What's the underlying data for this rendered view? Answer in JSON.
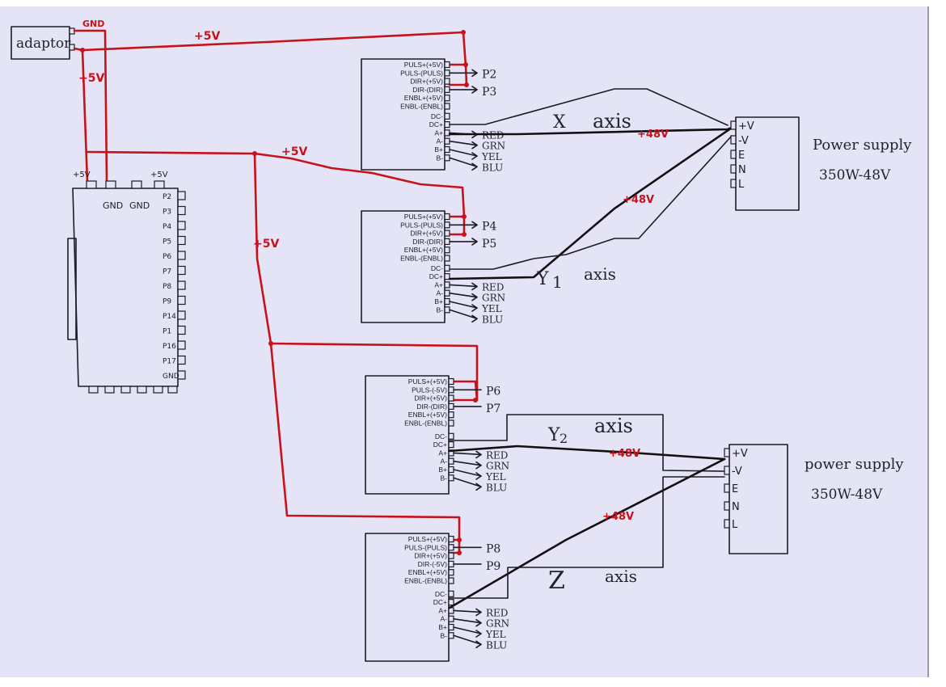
{
  "adapter": {
    "label": "adaptor",
    "gnd_label": "GND",
    "v5_label": "+5V"
  },
  "wire_labels": {
    "plus5v_top": "+5V",
    "plus5v_vertical": "+5V",
    "plus5v_mid": "+5V",
    "plus5v_branch": "+5V",
    "plus48v_x": "+48V",
    "plus48v_y1": "+48V",
    "plus48v_y2": "+48V",
    "plus48v_z": "+48V"
  },
  "controller": {
    "top_pins": [
      "+5V",
      "+5V"
    ],
    "gnd_labels": [
      "GND",
      "GND"
    ],
    "side_pins": [
      "P2",
      "P3",
      "P4",
      "P5",
      "P6",
      "P7",
      "P8",
      "P9",
      "P14",
      "P1",
      "P16",
      "P17",
      "GND"
    ]
  },
  "drivers": [
    {
      "name": "X",
      "pins": [
        "PULS+(+5V)",
        "PULS-(PULS)",
        "DIR+(+5V)",
        "DIR-(DIR)",
        "ENBL+(+5V)",
        "ENBL-(ENBL)",
        "DC-",
        "DC+",
        "A+",
        "A-",
        "B+",
        "B-"
      ],
      "outputs": [
        "P2",
        "P3"
      ],
      "wires": [
        "RED",
        "GRN",
        "YEL",
        "BLU"
      ]
    },
    {
      "name": "Y1",
      "pins": [
        "PULS+(+5V)",
        "PULS-(PULS)",
        "DIR+(+5V)",
        "DIR-(DIR)",
        "ENBL+(+5V)",
        "ENBL-(ENBL)",
        "DC-",
        "DC+",
        "A+",
        "A-",
        "B+",
        "B-"
      ],
      "outputs": [
        "P4",
        "P5"
      ],
      "wires": [
        "RED",
        "GRN",
        "YEL",
        "BLU"
      ]
    },
    {
      "name": "Y2",
      "pins": [
        "PULS+(+5V)",
        "PULS-(-5V)",
        "DIR+(+5V)",
        "DIR-(DIR)",
        "ENBL+(+5V)",
        "ENBL-(ENBL)",
        "DC-",
        "DC+",
        "A+",
        "A-",
        "B+",
        "B-"
      ],
      "outputs": [
        "P6",
        "P7"
      ],
      "wires": [
        "RED",
        "GRN",
        "YEL",
        "BLU"
      ]
    },
    {
      "name": "Z",
      "pins": [
        "PULS+(+5V)",
        "PULS-(PULS)",
        "DIR+(+5V)",
        "DIR-(-5V)",
        "ENBL+(+5V)",
        "ENBL-(ENBL)",
        "DC-",
        "DC+",
        "A+",
        "A-",
        "B+",
        "B-"
      ],
      "outputs": [
        "P8",
        "P9"
      ],
      "wires": [
        "RED",
        "GRN",
        "YEL",
        "BLU"
      ]
    }
  ],
  "axis_labels": {
    "x_letter": "X",
    "x_axis": "axis",
    "y1_letter": "Y",
    "y1_num": "1",
    "y1_axis": "axis",
    "y2_letter": "Y",
    "y2_num": "2",
    "y2_axis": "axis",
    "z_letter": "Z",
    "z_axis": "axis"
  },
  "power_supplies": [
    {
      "title": "Power supply",
      "rating": "350W-48V",
      "terminals": [
        "+V",
        "-V",
        "E",
        "N",
        "L"
      ]
    },
    {
      "title": "power supply",
      "rating": "350W-48V",
      "terminals": [
        "+V",
        "-V",
        "E",
        "N",
        "L"
      ]
    }
  ],
  "colors": {
    "paper": "#e4e4f6",
    "ink": "#1c1c24",
    "red_wire": "#c8121a"
  }
}
